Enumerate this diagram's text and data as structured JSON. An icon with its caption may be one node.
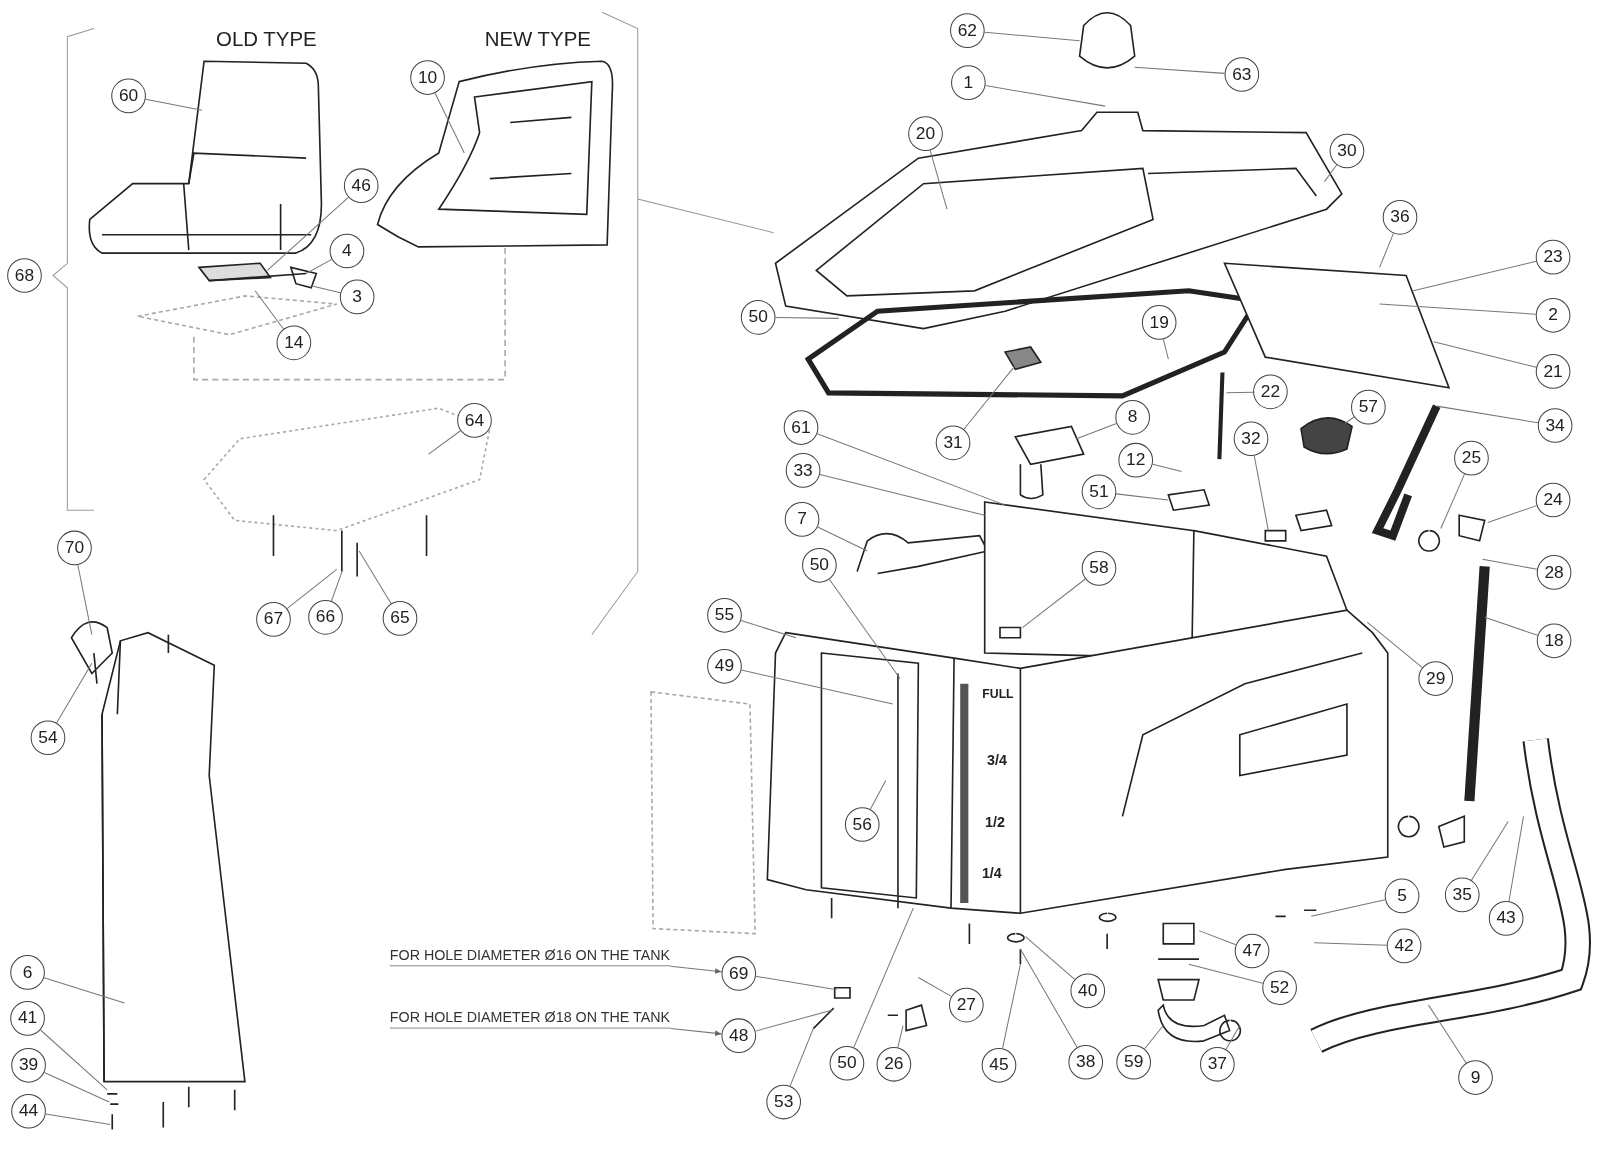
{
  "diagram": {
    "nodes": [
      {
        "text": [
          "62"
        ]
      },
      {
        "text": [
          "10"
        ]
      },
      {
        "text": [
          "63"
        ]
      },
      {
        "text": [
          "1"
        ]
      },
      {
        "text": [
          "60"
        ]
      },
      {
        "text": [
          "20"
        ]
      },
      {
        "text": [
          "30"
        ]
      },
      {
        "text": [
          "46"
        ]
      },
      {
        "text": [
          "36"
        ]
      },
      {
        "text": [
          "4"
        ]
      },
      {
        "text": [
          "23"
        ]
      },
      {
        "text": [
          "68"
        ]
      },
      {
        "text": [
          "3"
        ]
      },
      {
        "text": [
          "2"
        ]
      },
      {
        "text": [
          "50"
        ]
      },
      {
        "text": [
          "19"
        ]
      },
      {
        "text": [
          "14"
        ]
      },
      {
        "text": [
          "21"
        ]
      },
      {
        "text": [
          "22"
        ]
      },
      {
        "text": [
          "57"
        ]
      },
      {
        "text": [
          "8"
        ]
      },
      {
        "text": [
          "64"
        ]
      },
      {
        "text": [
          "34"
        ]
      },
      {
        "text": [
          "61"
        ]
      },
      {
        "text": [
          "32"
        ]
      },
      {
        "text": [
          "31"
        ]
      },
      {
        "text": [
          "25"
        ]
      },
      {
        "text": [
          "12"
        ]
      },
      {
        "text": [
          "33"
        ]
      },
      {
        "text": [
          "51"
        ]
      },
      {
        "text": [
          "24"
        ]
      },
      {
        "text": [
          "7"
        ]
      },
      {
        "text": [
          "70"
        ]
      },
      {
        "text": [
          "50"
        ]
      },
      {
        "text": [
          "58"
        ]
      },
      {
        "text": [
          "28"
        ]
      },
      {
        "text": [
          "55"
        ]
      },
      {
        "text": [
          "67"
        ]
      },
      {
        "text": [
          "66"
        ]
      },
      {
        "text": [
          "65"
        ]
      },
      {
        "text": [
          "18"
        ]
      },
      {
        "text": [
          "49"
        ]
      },
      {
        "text": [
          "29"
        ]
      },
      {
        "text": [
          "54"
        ]
      },
      {
        "text": [
          "56"
        ]
      },
      {
        "text": [
          "5"
        ]
      },
      {
        "text": [
          "35"
        ]
      },
      {
        "text": [
          "43"
        ]
      },
      {
        "text": [
          "42"
        ]
      },
      {
        "text": [
          "47"
        ]
      },
      {
        "text": [
          "6"
        ]
      },
      {
        "text": [
          "FOR HOLE DIAMETER Ø16 ON THE TANK"
        ]
      },
      {
        "text": [
          "69"
        ]
      },
      {
        "text": [
          "52"
        ]
      },
      {
        "text": [
          "40"
        ]
      },
      {
        "text": [
          "27"
        ]
      },
      {
        "text": [
          "41"
        ]
      },
      {
        "text": [
          "FOR HOLE DIAMETER Ø18 ON THE TANK"
        ]
      },
      {
        "text": [
          "48"
        ]
      },
      {
        "text": [
          "39"
        ]
      },
      {
        "text": [
          "38"
        ]
      },
      {
        "text": [
          "50"
        ]
      },
      {
        "text": [
          "26"
        ]
      },
      {
        "text": [
          "45"
        ]
      },
      {
        "text": [
          "59"
        ]
      },
      {
        "text": [
          "37"
        ]
      },
      {
        "text": [
          "9"
        ]
      },
      {
        "text": [
          "44"
        ]
      },
      {
        "text": [
          "53"
        ]
      }
    ],
    "edges": [
      {
        "from": 0,
        "to": null,
        "arrow": "none"
      },
      {
        "from": 1,
        "to": null,
        "arrow": "none"
      },
      {
        "from": 2,
        "to": null,
        "arrow": "none"
      },
      {
        "from": 3,
        "to": null,
        "arrow": "none"
      },
      {
        "from": 4,
        "to": null,
        "arrow": "none"
      },
      {
        "from": 5,
        "to": null,
        "arrow": "none"
      },
      {
        "from": 6,
        "to": null,
        "arrow": "none"
      },
      {
        "from": 7,
        "to": null,
        "arrow": "none"
      },
      {
        "from": 8,
        "to": null,
        "arrow": "none"
      },
      {
        "from": 9,
        "to": null,
        "arrow": "none"
      },
      {
        "from": 10,
        "to": null,
        "arrow": "none"
      },
      {
        "from": 12,
        "to": null,
        "arrow": "none"
      },
      {
        "from": 13,
        "to": null,
        "arrow": "none"
      },
      {
        "from": 14,
        "to": null,
        "arrow": "none"
      },
      {
        "from": 15,
        "to": null,
        "arrow": "none"
      },
      {
        "from": 16,
        "to": null,
        "arrow": "none"
      },
      {
        "from": 17,
        "to": null,
        "arrow": "none"
      },
      {
        "from": 18,
        "to": null,
        "arrow": "none"
      },
      {
        "from": 19,
        "to": null,
        "arrow": "none"
      },
      {
        "from": 20,
        "to": null,
        "arrow": "none"
      },
      {
        "from": 21,
        "to": null,
        "arrow": "none"
      },
      {
        "from": 22,
        "to": null,
        "arrow": "none"
      },
      {
        "from": 23,
        "to": null,
        "arrow": "none"
      },
      {
        "from": 24,
        "to": null,
        "arrow": "none"
      },
      {
        "from": 25,
        "to": null,
        "arrow": "none"
      },
      {
        "from": 26,
        "to": null,
        "arrow": "none"
      },
      {
        "from": 27,
        "to": null,
        "arrow": "none"
      },
      {
        "from": 28,
        "to": null,
        "arrow": "none"
      },
      {
        "from": 29,
        "to": null,
        "arrow": "none"
      },
      {
        "from": 30,
        "to": null,
        "arrow": "none"
      },
      {
        "from": 31,
        "to": null,
        "arrow": "none"
      },
      {
        "from": 32,
        "to": null,
        "arrow": "none"
      },
      {
        "from": 33,
        "to": null,
        "arrow": "none"
      },
      {
        "from": 34,
        "to": null,
        "arrow": "none"
      },
      {
        "from": 35,
        "to": null,
        "arrow": "none"
      },
      {
        "from": 36,
        "to": null,
        "arrow": "none"
      },
      {
        "from": 37,
        "to": null,
        "arrow": "none"
      },
      {
        "from": 38,
        "to": null,
        "arrow": "none"
      },
      {
        "from": 39,
        "to": null,
        "arrow": "none"
      },
      {
        "from": 40,
        "to": null,
        "arrow": "none"
      },
      {
        "from": 41,
        "to": null,
        "arrow": "none"
      },
      {
        "from": 42,
        "to": null,
        "arrow": "none"
      },
      {
        "from": 43,
        "to": null,
        "arrow": "none"
      },
      {
        "from": 44,
        "to": null,
        "arrow": "none"
      },
      {
        "from": 45,
        "to": null,
        "arrow": "none"
      },
      {
        "from": 46,
        "to": null,
        "arrow": "none"
      },
      {
        "from": 47,
        "to": null,
        "arrow": "none"
      },
      {
        "from": 48,
        "to": null,
        "arrow": "none"
      },
      {
        "from": 49,
        "to": null,
        "arrow": "none"
      },
      {
        "from": 50,
        "to": null,
        "arrow": "none"
      },
      {
        "from": 52,
        "to": null,
        "arrow": "none"
      },
      {
        "from": 53,
        "to": null,
        "arrow": "none"
      },
      {
        "from": 54,
        "to": null,
        "arrow": "none"
      },
      {
        "from": 55,
        "to": null,
        "arrow": "none"
      },
      {
        "from": 56,
        "to": null,
        "arrow": "none"
      },
      {
        "from": 58,
        "to": null,
        "arrow": "none"
      },
      {
        "from": 59,
        "to": null,
        "arrow": "none"
      },
      {
        "from": 60,
        "to": null,
        "arrow": "none"
      },
      {
        "from": 61,
        "to": null,
        "arrow": "none"
      },
      {
        "from": 62,
        "to": null,
        "arrow": "none"
      },
      {
        "from": 63,
        "to": null,
        "arrow": "none"
      },
      {
        "from": 64,
        "to": null,
        "arrow": "none"
      },
      {
        "from": 65,
        "to": null,
        "arrow": "none"
      },
      {
        "from": 66,
        "to": null,
        "arrow": "none"
      },
      {
        "from": 67,
        "to": null,
        "arrow": "none"
      },
      {
        "from": 68,
        "to": null,
        "arrow": "none"
      },
      {
        "from": 51,
        "to": 52,
        "arrow": "to"
      },
      {
        "from": 57,
        "to": 58,
        "arrow": "to"
      }
    ],
    "labels": [
      "OLD TYPE",
      "NEW TYPE",
      "FULL",
      "3/4",
      "1/2",
      "1/4"
    ]
  }
}
